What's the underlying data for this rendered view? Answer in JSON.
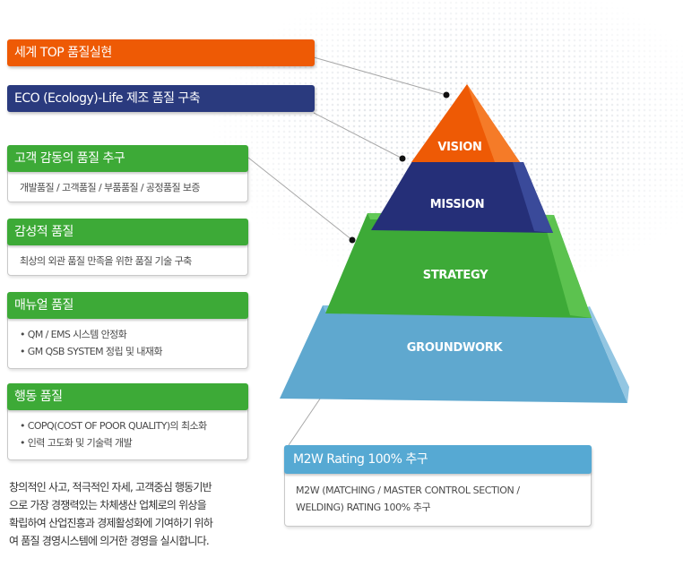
{
  "banners": {
    "world_top": "세계 TOP 품질실현",
    "eco_life": "ECO (Ecology)-Life 제조 품질 구축"
  },
  "groups": [
    {
      "title": "고객 감동의 품질 추구",
      "lines": [
        "개발품질 / 고객품질 / 부품품질 / 공정품질 보증"
      ]
    },
    {
      "title": "감성적 품질",
      "lines": [
        "최상의 외관 품질 만족을 위한 품질 기술 구축"
      ]
    },
    {
      "title": "매뉴얼 품질",
      "lines": [
        "• QM / EMS 시스템 안정화",
        "• GM QSB SYSTEM 정립 및 내재화"
      ]
    },
    {
      "title": "행동 품질",
      "lines": [
        "• COPQ(COST OF POOR QUALITY)의 최소화",
        "• 인력 고도화 및 기술력 개발"
      ]
    }
  ],
  "summary_lines": [
    "창의적인 사고, 적극적인 자세, 고객중심 행동기반",
    "으로 가장 경쟁력있는 차체생산 업체로의 위상을",
    "확립하여 산업진흥과 경제활성화에 기여하기 위하",
    "여 품질 경영시스템에 의거한 경영을 실시합니다."
  ],
  "pyramid": {
    "vision": "VISION",
    "mission": "MISSION",
    "strategy": "STRATEGY",
    "groundwork": "GROUNDWORK"
  },
  "m2w": {
    "title": "M2W Rating 100% 추구",
    "lines": [
      "M2W (MATCHING / MASTER CONTROL SECTION /",
      "WELDING) RATING 100% 추구"
    ]
  },
  "colors": {
    "orange": "#ee5a05",
    "navy": "#2a3a7e",
    "green": "#3daa37",
    "sky": "#56a9d3",
    "connector": "#999999"
  }
}
